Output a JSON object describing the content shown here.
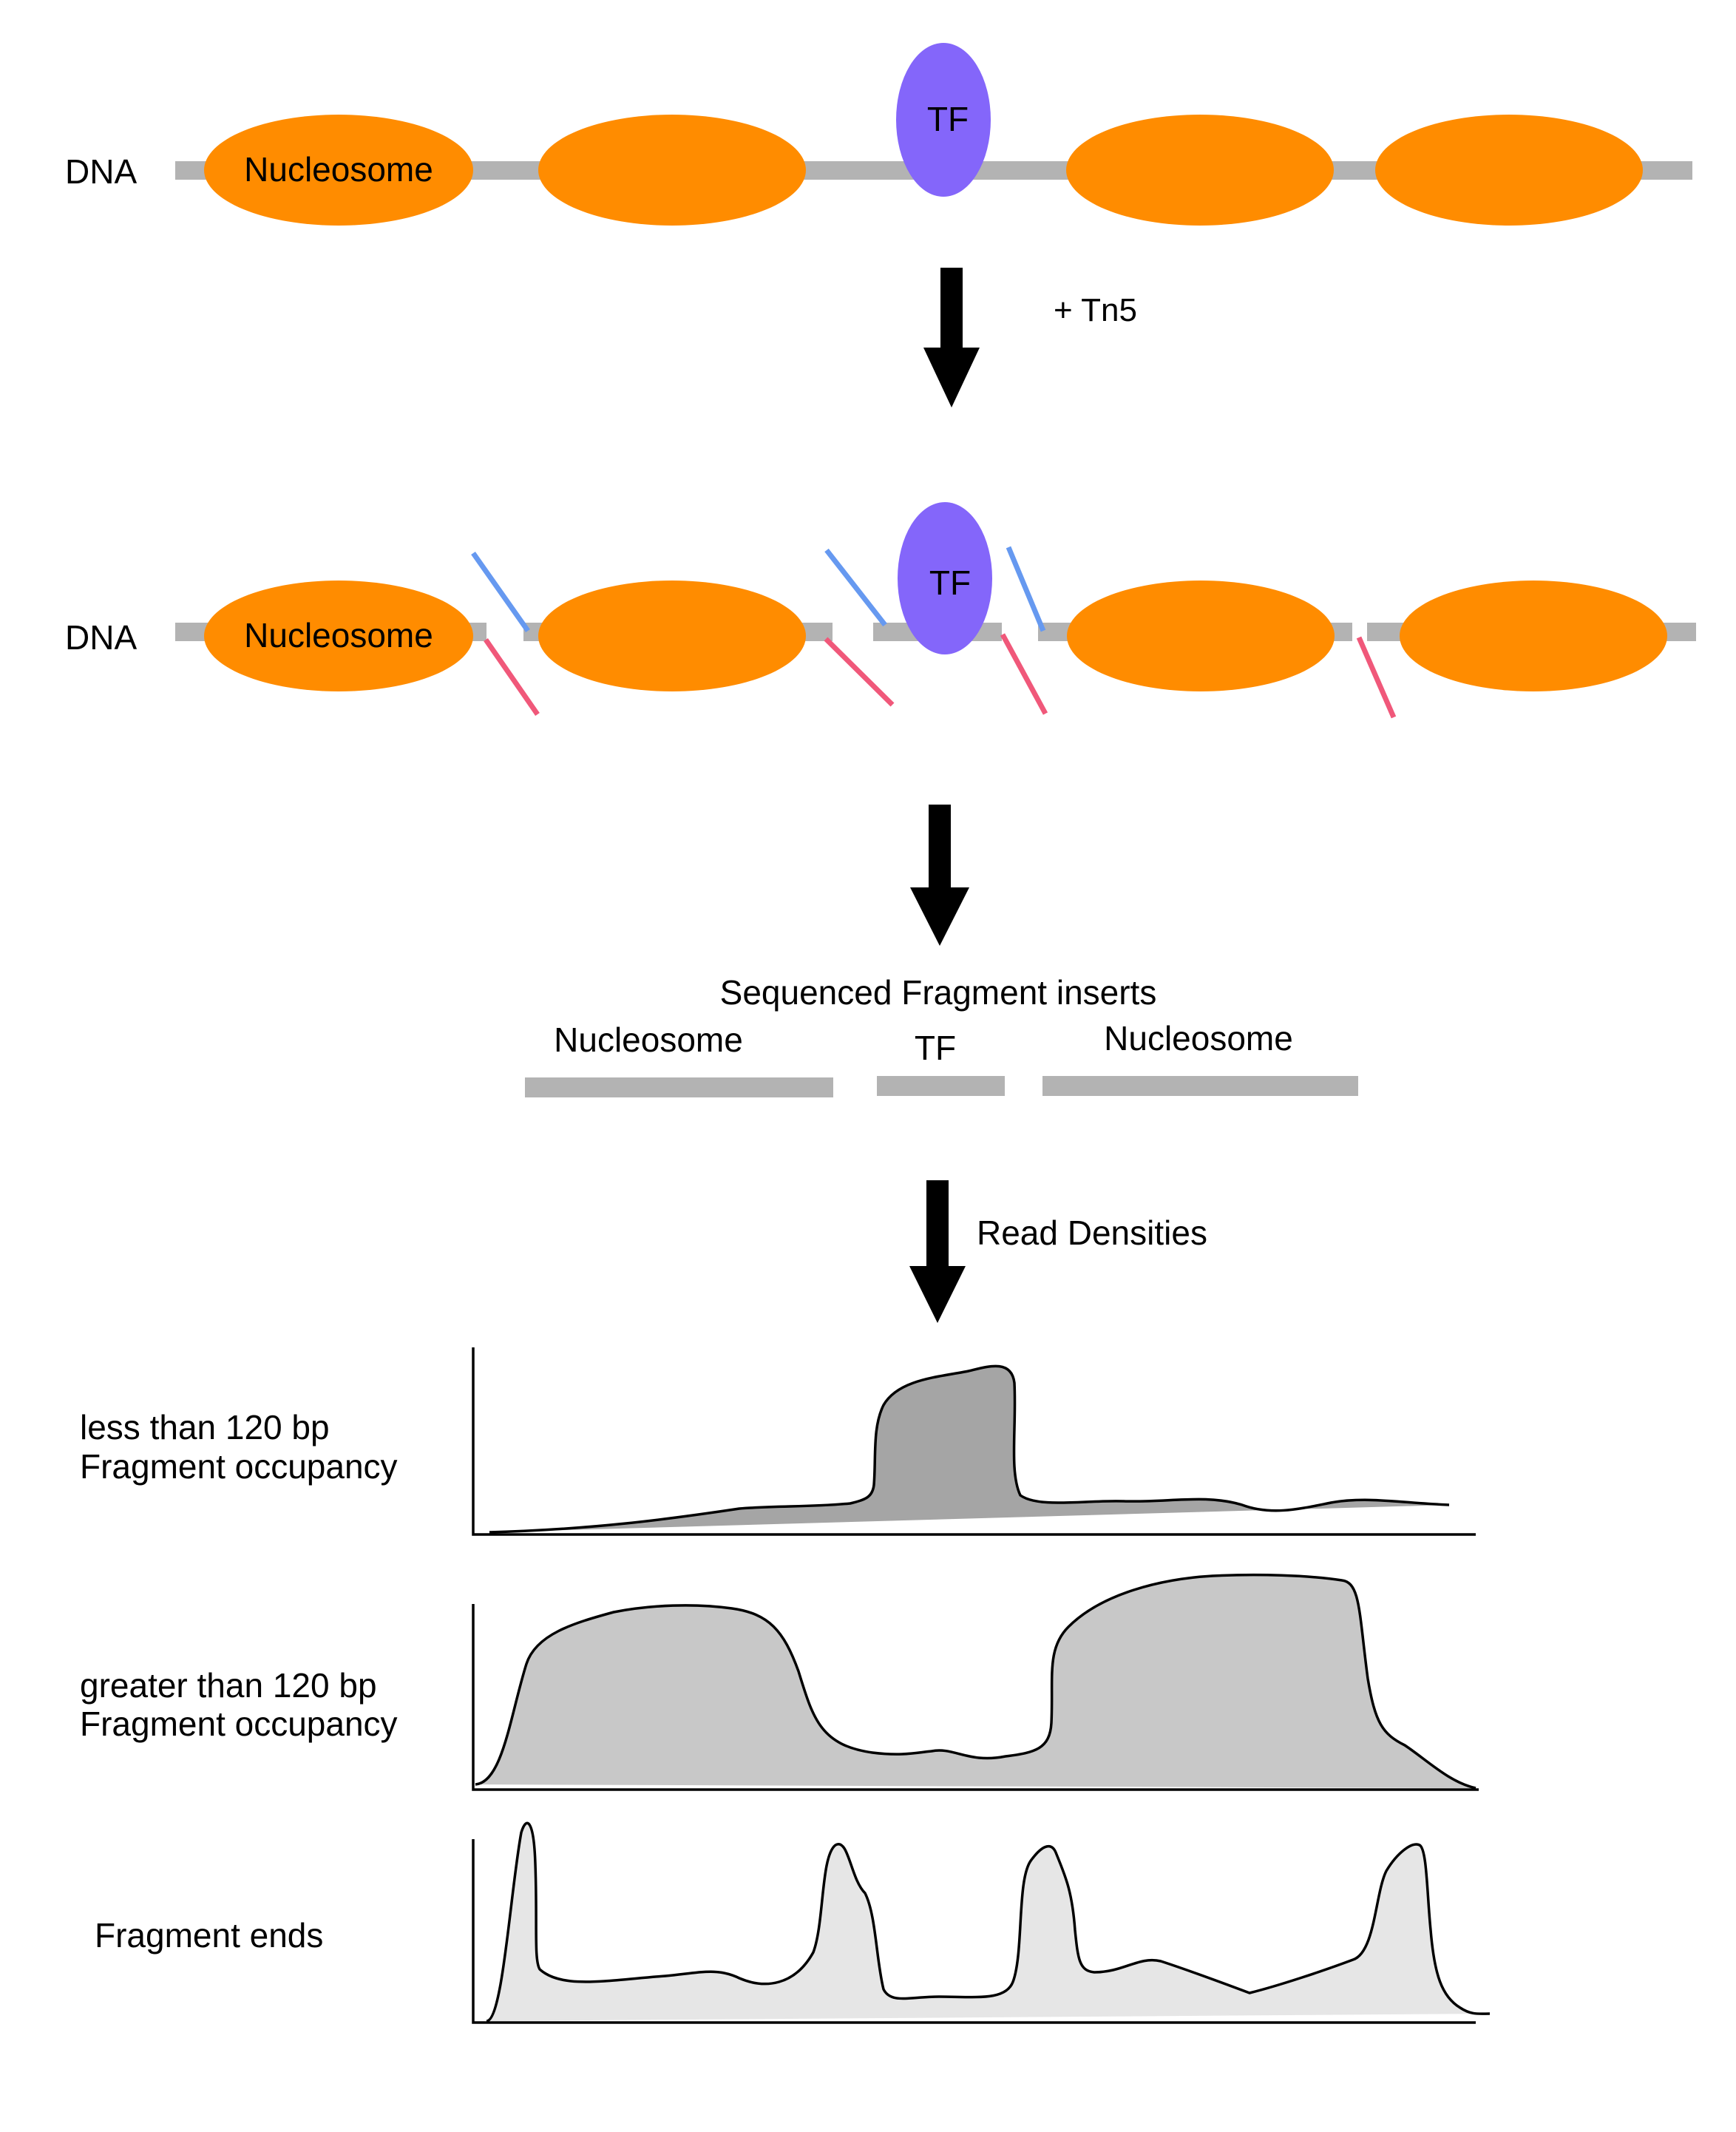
{
  "colors": {
    "dna": "#b3b3b3",
    "nucleosome": "#ff8c00",
    "tf": "#8466fa",
    "tn5_blue": "#6699f0",
    "tn5_pink": "#f0587a",
    "arrow": "#000000",
    "fill_small": "#a5a5a5",
    "fill_large": "#c8c8c8",
    "fill_ends": "#e6e6e6"
  },
  "step1": {
    "dna_label": "DNA",
    "nucleosome_label": "Nucleosome",
    "tf_label": "TF"
  },
  "arrow1_label": "+ Tn5",
  "step2": {
    "dna_label": "DNA",
    "nucleosome_label": "Nucleosome",
    "tf_label": "TF"
  },
  "fragments": {
    "title": "Sequenced Fragment inserts",
    "labels": [
      "Nucleosome",
      "TF",
      "Nucleosome"
    ]
  },
  "arrow3_label": "Read Densities",
  "tracks": [
    {
      "label_line1": "less than 120 bp",
      "label_line2": "Fragment occupancy"
    },
    {
      "label_line1": "greater than 120 bp",
      "label_line2": "Fragment occupancy"
    },
    {
      "label_line1": "Fragment ends",
      "label_line2": ""
    }
  ]
}
